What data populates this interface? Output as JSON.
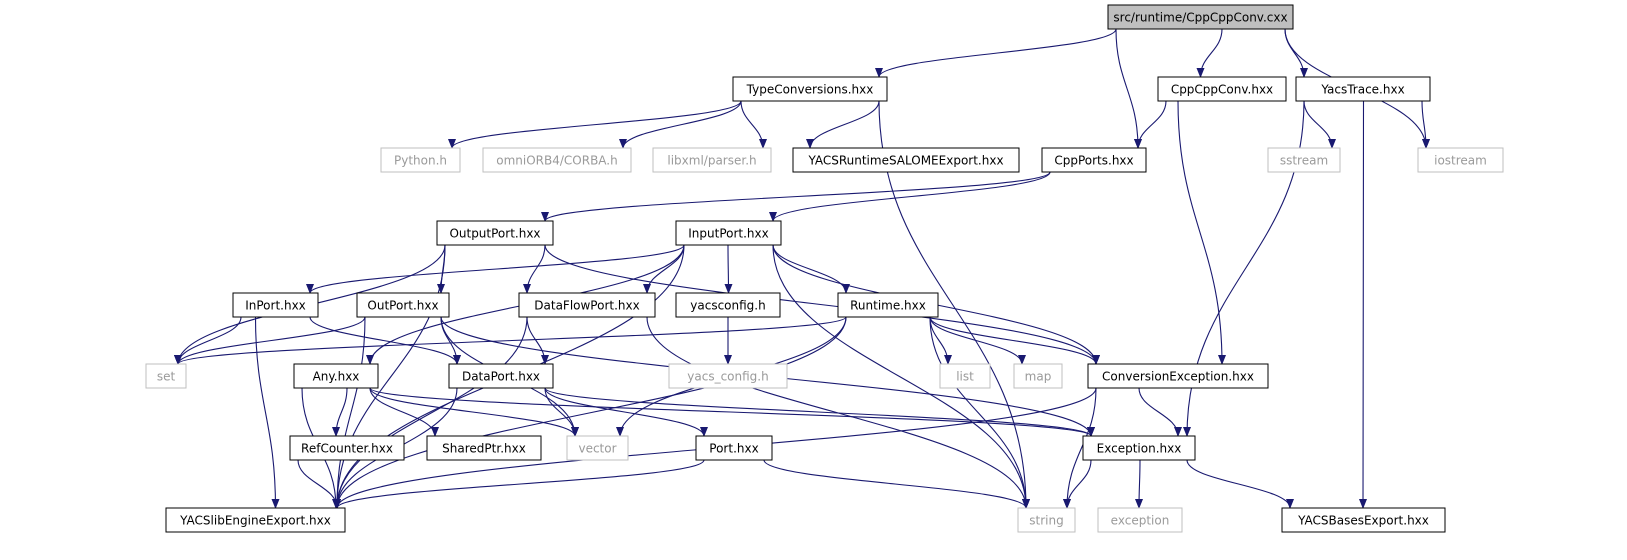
{
  "graph": {
    "edge_color": "#191970",
    "root_fill": "#bfbfbf",
    "external_border": "#bfbfbf",
    "external_text": "#9a9a9a",
    "nodes": [
      {
        "id": "root",
        "label": "src/runtime/CppCppConv.cxx",
        "kind": "root"
      },
      {
        "id": "typeconv",
        "label": "TypeConversions.hxx",
        "kind": "file"
      },
      {
        "id": "cppconvh",
        "label": "CppCppConv.hxx",
        "kind": "file"
      },
      {
        "id": "yacstrace",
        "label": "YacsTrace.hxx",
        "kind": "file"
      },
      {
        "id": "python",
        "label": "Python.h",
        "kind": "external"
      },
      {
        "id": "omniorb",
        "label": "omniORB4/CORBA.h",
        "kind": "external"
      },
      {
        "id": "libxml",
        "label": "libxml/parser.h",
        "kind": "external"
      },
      {
        "id": "salomeexp",
        "label": "YACSRuntimeSALOMEExport.hxx",
        "kind": "file"
      },
      {
        "id": "cppports",
        "label": "CppPorts.hxx",
        "kind": "file"
      },
      {
        "id": "sstream",
        "label": "sstream",
        "kind": "external"
      },
      {
        "id": "iostream",
        "label": "iostream",
        "kind": "external"
      },
      {
        "id": "outputport",
        "label": "OutputPort.hxx",
        "kind": "file"
      },
      {
        "id": "inputport",
        "label": "InputPort.hxx",
        "kind": "file"
      },
      {
        "id": "inport",
        "label": "InPort.hxx",
        "kind": "file"
      },
      {
        "id": "outport",
        "label": "OutPort.hxx",
        "kind": "file"
      },
      {
        "id": "dataflowport",
        "label": "DataFlowPort.hxx",
        "kind": "file"
      },
      {
        "id": "yacsconfig",
        "label": "yacsconfig.h",
        "kind": "file"
      },
      {
        "id": "runtime",
        "label": "Runtime.hxx",
        "kind": "file"
      },
      {
        "id": "set",
        "label": "set",
        "kind": "external"
      },
      {
        "id": "any",
        "label": "Any.hxx",
        "kind": "file"
      },
      {
        "id": "dataport",
        "label": "DataPort.hxx",
        "kind": "file"
      },
      {
        "id": "yacs_config",
        "label": "yacs_config.h",
        "kind": "external"
      },
      {
        "id": "list",
        "label": "list",
        "kind": "external"
      },
      {
        "id": "map",
        "label": "map",
        "kind": "external"
      },
      {
        "id": "convexc",
        "label": "ConversionException.hxx",
        "kind": "file"
      },
      {
        "id": "refcounter",
        "label": "RefCounter.hxx",
        "kind": "file"
      },
      {
        "id": "sharedptr",
        "label": "SharedPtr.hxx",
        "kind": "file"
      },
      {
        "id": "vector",
        "label": "vector",
        "kind": "external"
      },
      {
        "id": "port",
        "label": "Port.hxx",
        "kind": "file"
      },
      {
        "id": "exception_hxx",
        "label": "Exception.hxx",
        "kind": "file"
      },
      {
        "id": "engineexp",
        "label": "YACSlibEngineExport.hxx",
        "kind": "file"
      },
      {
        "id": "string",
        "label": "string",
        "kind": "external"
      },
      {
        "id": "exception",
        "label": "exception",
        "kind": "external"
      },
      {
        "id": "basesexp",
        "label": "YACSBasesExport.hxx",
        "kind": "file"
      }
    ],
    "edges": [
      [
        "root",
        "typeconv"
      ],
      [
        "root",
        "cppports"
      ],
      [
        "root",
        "cppconvh"
      ],
      [
        "root",
        "yacstrace"
      ],
      [
        "root",
        "iostream"
      ],
      [
        "typeconv",
        "python"
      ],
      [
        "typeconv",
        "omniorb"
      ],
      [
        "typeconv",
        "libxml"
      ],
      [
        "typeconv",
        "salomeexp"
      ],
      [
        "typeconv",
        "string"
      ],
      [
        "cppconvh",
        "cppports"
      ],
      [
        "cppconvh",
        "convexc"
      ],
      [
        "yacstrace",
        "sstream"
      ],
      [
        "yacstrace",
        "iostream"
      ],
      [
        "yacstrace",
        "exception_hxx"
      ],
      [
        "yacstrace",
        "basesexp"
      ],
      [
        "cppports",
        "outputport"
      ],
      [
        "cppports",
        "inputport"
      ],
      [
        "outputport",
        "set"
      ],
      [
        "outputport",
        "outport"
      ],
      [
        "outputport",
        "dataflowport"
      ],
      [
        "outputport",
        "engineexp"
      ],
      [
        "outputport",
        "convexc"
      ],
      [
        "inputport",
        "inport"
      ],
      [
        "inputport",
        "dataflowport"
      ],
      [
        "inputport",
        "yacsconfig"
      ],
      [
        "inputport",
        "runtime"
      ],
      [
        "inputport",
        "any"
      ],
      [
        "inputport",
        "convexc"
      ],
      [
        "inputport",
        "engineexp"
      ],
      [
        "inputport",
        "string"
      ],
      [
        "inport",
        "set"
      ],
      [
        "inport",
        "dataport"
      ],
      [
        "inport",
        "engineexp"
      ],
      [
        "outport",
        "set"
      ],
      [
        "outport",
        "dataport"
      ],
      [
        "outport",
        "vector"
      ],
      [
        "outport",
        "exception_hxx"
      ],
      [
        "outport",
        "engineexp"
      ],
      [
        "dataflowport",
        "dataport"
      ],
      [
        "dataflowport",
        "engineexp"
      ],
      [
        "dataflowport",
        "string"
      ],
      [
        "yacsconfig",
        "yacs_config"
      ],
      [
        "runtime",
        "set"
      ],
      [
        "runtime",
        "list"
      ],
      [
        "runtime",
        "map"
      ],
      [
        "runtime",
        "convexc"
      ],
      [
        "runtime",
        "string"
      ],
      [
        "runtime",
        "vector"
      ],
      [
        "runtime",
        "engineexp"
      ],
      [
        "any",
        "refcounter"
      ],
      [
        "any",
        "sharedptr"
      ],
      [
        "any",
        "vector"
      ],
      [
        "any",
        "exception_hxx"
      ],
      [
        "any",
        "engineexp"
      ],
      [
        "dataport",
        "vector"
      ],
      [
        "dataport",
        "port"
      ],
      [
        "dataport",
        "exception_hxx"
      ],
      [
        "dataport",
        "engineexp"
      ],
      [
        "convexc",
        "exception_hxx"
      ],
      [
        "convexc",
        "string"
      ],
      [
        "convexc",
        "engineexp"
      ],
      [
        "refcounter",
        "engineexp"
      ],
      [
        "port",
        "engineexp"
      ],
      [
        "port",
        "string"
      ],
      [
        "exception_hxx",
        "string"
      ],
      [
        "exception_hxx",
        "exception"
      ],
      [
        "exception_hxx",
        "basesexp"
      ]
    ]
  }
}
